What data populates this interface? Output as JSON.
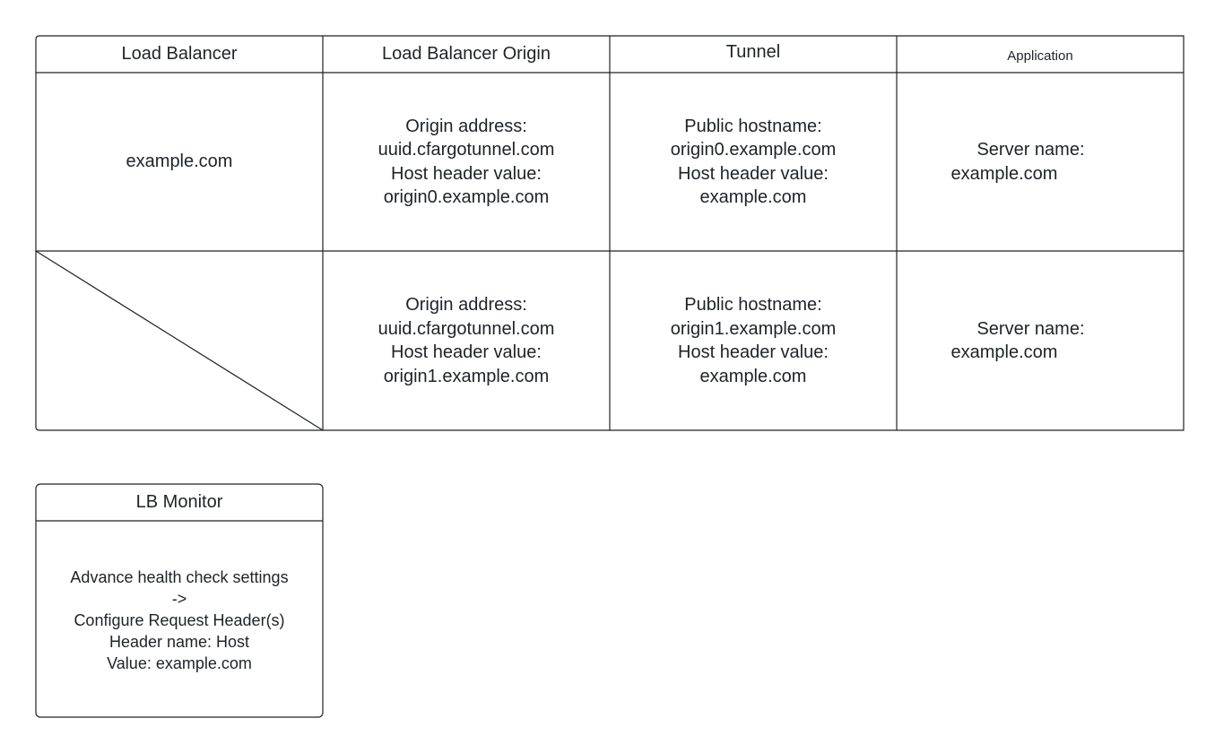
{
  "table": {
    "headers": [
      "Load Balancer",
      "Load Balancer Origin",
      "Tunnel",
      "Application"
    ],
    "rows": [
      {
        "load_balancer": "example.com",
        "origin": [
          "Origin address:",
          "uuid.cfargotunnel.com",
          "Host header value:",
          "origin0.example.com"
        ],
        "tunnel": [
          "Public hostname:",
          "origin0.example.com",
          "Host header value:",
          "example.com"
        ],
        "application": [
          "Server name:",
          "example.com"
        ]
      },
      {
        "load_balancer": "",
        "origin": [
          "Origin address:",
          "uuid.cfargotunnel.com",
          "Host header value:",
          "origin1.example.com"
        ],
        "tunnel": [
          "Public hostname:",
          "origin1.example.com",
          "Host header value:",
          "example.com"
        ],
        "application": [
          "Server name:",
          "example.com"
        ]
      }
    ]
  },
  "monitor": {
    "title": "LB Monitor",
    "lines": [
      "Advance health check settings",
      "->",
      "Configure Request Header(s)",
      "Header name: Host",
      "Value: example.com"
    ]
  },
  "colors": {
    "stroke": "#1f2328",
    "background": "#ffffff"
  }
}
